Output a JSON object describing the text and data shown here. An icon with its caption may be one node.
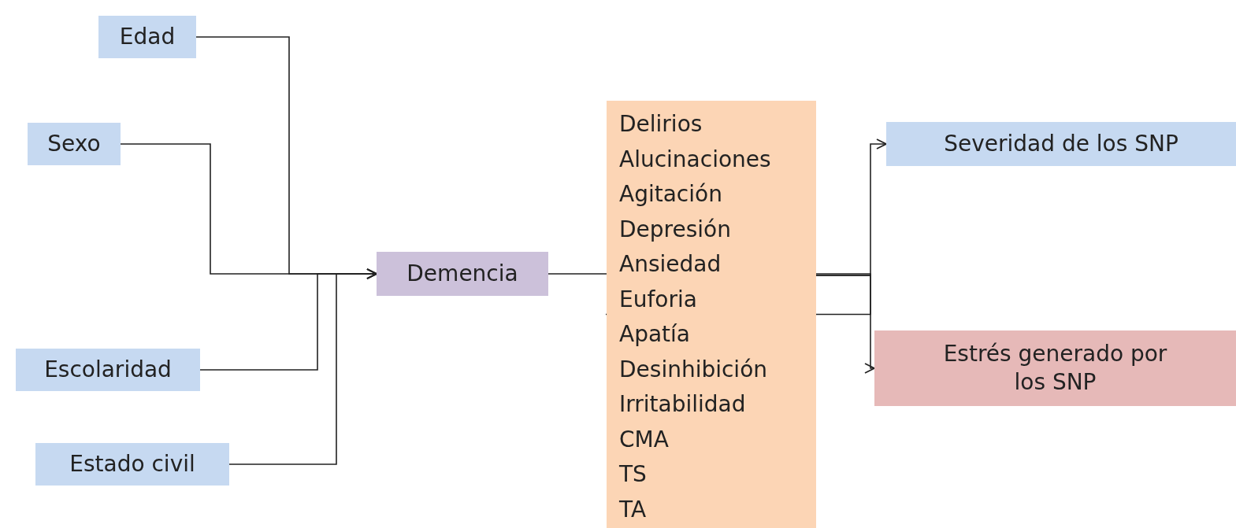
{
  "diagram": {
    "nodes": [
      {
        "text": [
          "Edad"
        ]
      },
      {
        "text": [
          "Sexo"
        ]
      },
      {
        "text": [
          "Escolaridad"
        ]
      },
      {
        "text": [
          "Estado civil"
        ]
      },
      {
        "text": [
          "Demencia"
        ]
      },
      {
        "text": [
          "Delirios",
          "Alucinaciones",
          "Agitación",
          "Depresión",
          "Ansiedad",
          "Euforia",
          "Apatía",
          "Desinhibición",
          "Irritabilidad",
          "CMA",
          "TS",
          "TA"
        ]
      },
      {
        "text": [
          "Severidad de los SNP"
        ]
      },
      {
        "text": [
          "Estrés generado por los SNP"
        ]
      }
    ],
    "edges": [
      {
        "from": 0,
        "to": 4,
        "arrow": "to"
      },
      {
        "from": 1,
        "to": 4,
        "arrow": "to"
      },
      {
        "from": 2,
        "to": 4,
        "arrow": "to"
      },
      {
        "from": 3,
        "to": 4,
        "arrow": "to"
      },
      {
        "from": 4,
        "to": 5,
        "arrow": "to"
      },
      {
        "from": 5,
        "to": 6,
        "arrow": "to"
      },
      {
        "from": 5,
        "to": 7,
        "arrow": "to"
      }
    ]
  }
}
